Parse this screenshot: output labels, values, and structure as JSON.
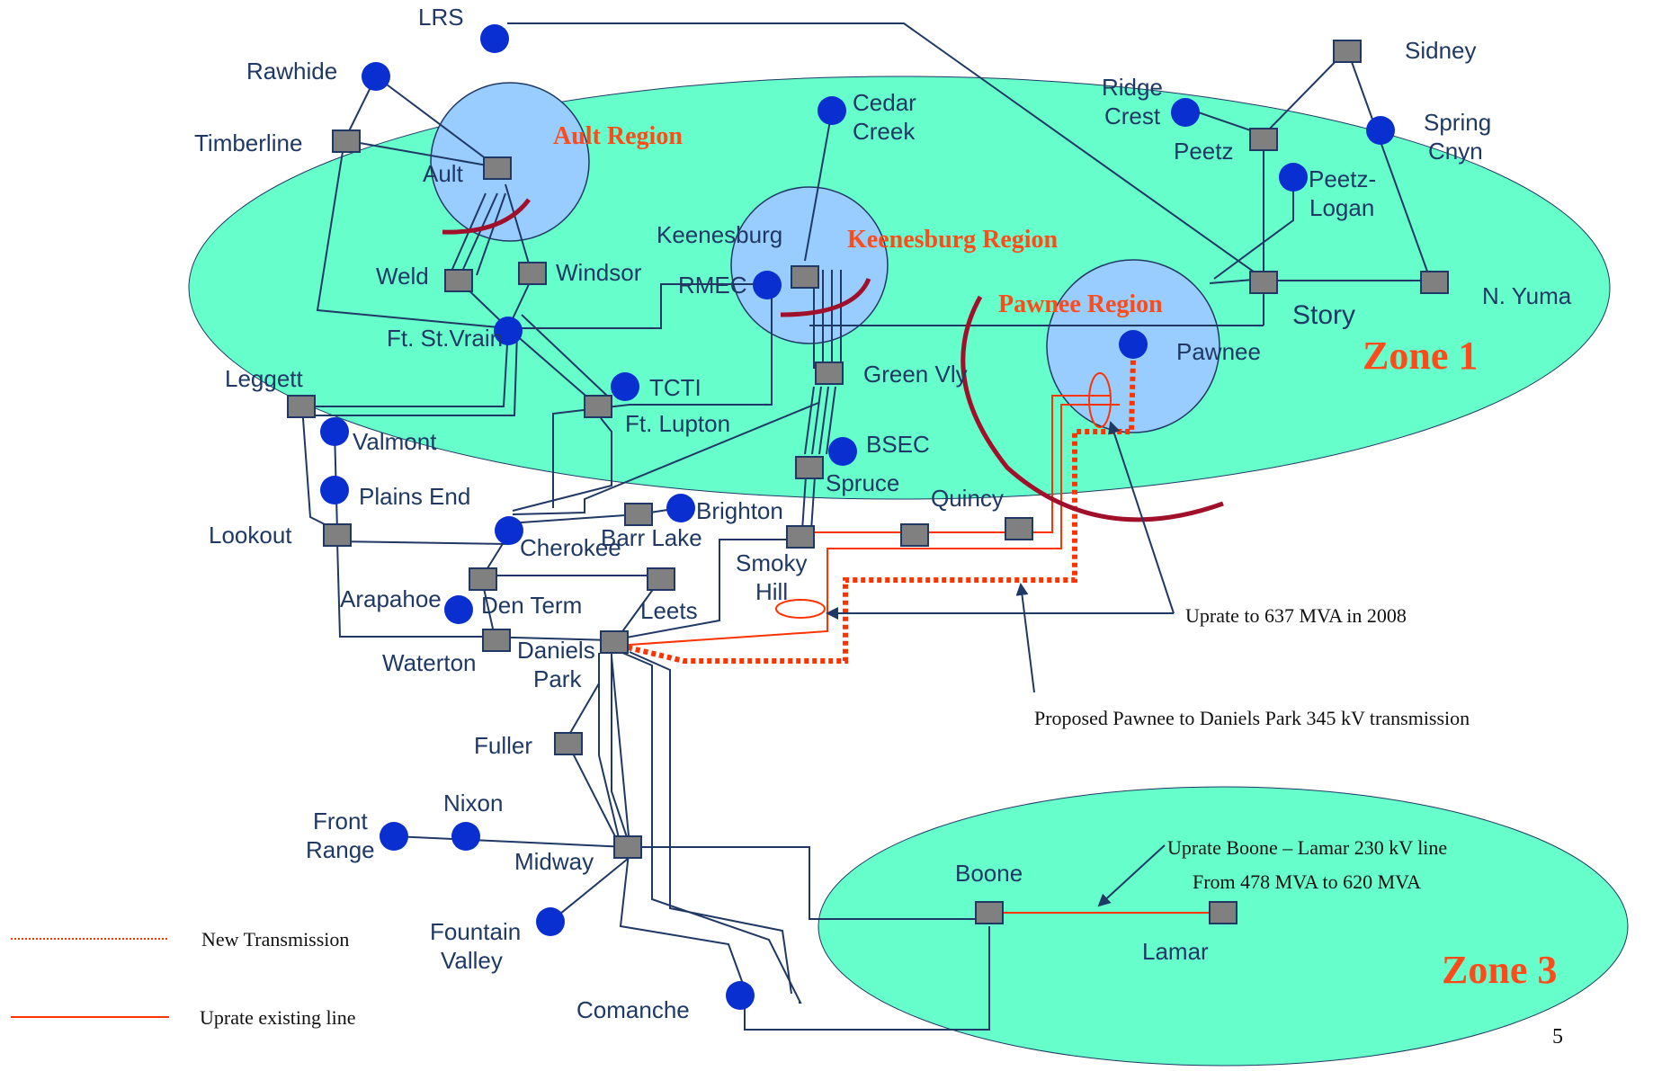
{
  "zones": {
    "zone1_label": "Zone 1",
    "zone3_label": "Zone 3"
  },
  "regions": {
    "ault": "Ault Region",
    "keenesburg": "Keenesburg Region",
    "pawnee": "Pawnee Region"
  },
  "nodes": {
    "lrs": "LRS",
    "rawhide": "Rawhide",
    "timberline": "Timberline",
    "ault": "Ault",
    "weld": "Weld",
    "windsor": "Windsor",
    "cedar_creek_1": "Cedar",
    "cedar_creek_2": "Creek",
    "keenesburg": "Keenesburg",
    "rmec": "RMEC",
    "ridge_crest_1": "Ridge",
    "ridge_crest_2": "Crest",
    "peetz": "Peetz",
    "peetz_logan_1": "Peetz-",
    "peetz_logan_2": "Logan",
    "sidney": "Sidney",
    "spring_cnyn_1": "Spring",
    "spring_cnyn_2": "Cnyn",
    "n_yuma": "N. Yuma",
    "story": "Story",
    "pawnee": "Pawnee",
    "ft_st_vrain": "Ft. St.Vrain",
    "tcti": "TCTI",
    "ft_lupton": "Ft. Lupton",
    "green_vly": "Green Vly",
    "bsec": "BSEC",
    "spruce": "Spruce",
    "quincy": "Quincy",
    "leggett": "Leggett",
    "valmont": "Valmont",
    "plains_end": "Plains End",
    "lookout": "Lookout",
    "cherokee": "Cherokee",
    "brighton": "Brighton",
    "barr_lake": "Barr Lake",
    "smoky_hill_1": "Smoky",
    "smoky_hill_2": "Hill",
    "arapahoe": "Arapahoe",
    "den_term": "Den Term",
    "leets": "Leets",
    "waterton": "Waterton",
    "daniels_park_1": "Daniels",
    "daniels_park_2": "Park",
    "fuller": "Fuller",
    "front_range_1": "Front",
    "front_range_2": "Range",
    "nixon": "Nixon",
    "midway": "Midway",
    "fountain_valley_1": "Fountain",
    "fountain_valley_2": "Valley",
    "comanche": "Comanche",
    "boone": "Boone",
    "lamar": "Lamar"
  },
  "annotations": {
    "uprate_637": "Uprate to 637 MVA in 2008",
    "proposed_pawnee": "Proposed Pawnee to Daniels Park 345 kV transmission",
    "uprate_boone_1": "Uprate Boone – Lamar 230 kV line",
    "uprate_boone_2": "From 478 MVA to 620 MVA"
  },
  "legend": {
    "new_transmission": "New Transmission",
    "uprate_existing": "Uprate existing line"
  },
  "page_number": "5",
  "colors": {
    "zone_fill": "#66ffcc",
    "region_fill": "#99ccff",
    "line_color": "#1f3864",
    "new_line_color": "#ff3300",
    "arc_color": "#a0102a",
    "generator_color": "#0a2fd0",
    "substation_color": "#808080"
  }
}
